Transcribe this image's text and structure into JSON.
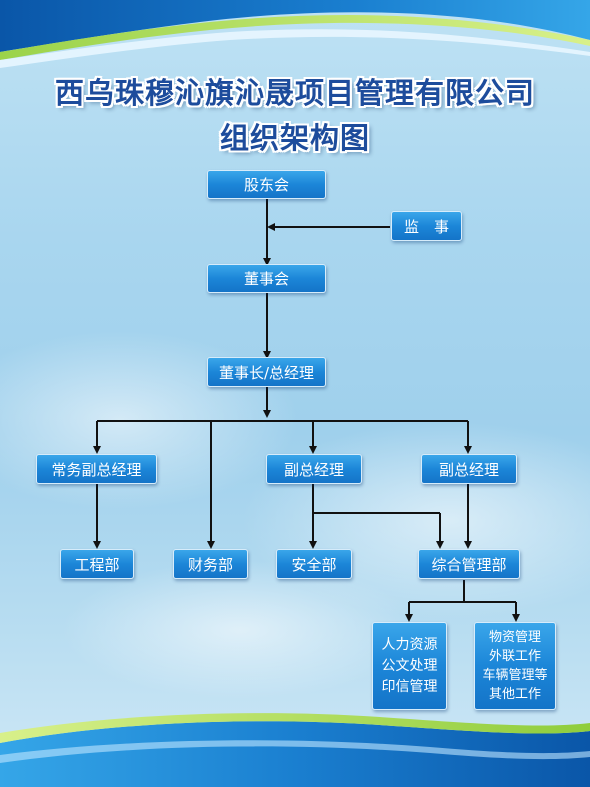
{
  "title": {
    "line1": "西乌珠穆沁旗沁晟项目管理有限公司",
    "line2": "组织架构图"
  },
  "nodes": {
    "shareholders": "股东会",
    "supervisor": "监　事",
    "board": "董事会",
    "chairman": "董事长/总经理",
    "exec_vp": "常务副总经理",
    "vp_a": "副总经理",
    "vp_b": "副总经理",
    "engineering": "工程部",
    "finance": "财务部",
    "safety": "安全部",
    "general_admin": "综合管理部",
    "admin_left": [
      "人力资源",
      "公文处理",
      "印信管理"
    ],
    "admin_right": [
      "物资管理",
      "外联工作",
      "车辆管理等",
      "其他工作"
    ]
  },
  "colors": {
    "title": "#1d4c9c",
    "box_top": "#3aa6ea",
    "box_bottom": "#1474c8",
    "line": "#111111"
  }
}
